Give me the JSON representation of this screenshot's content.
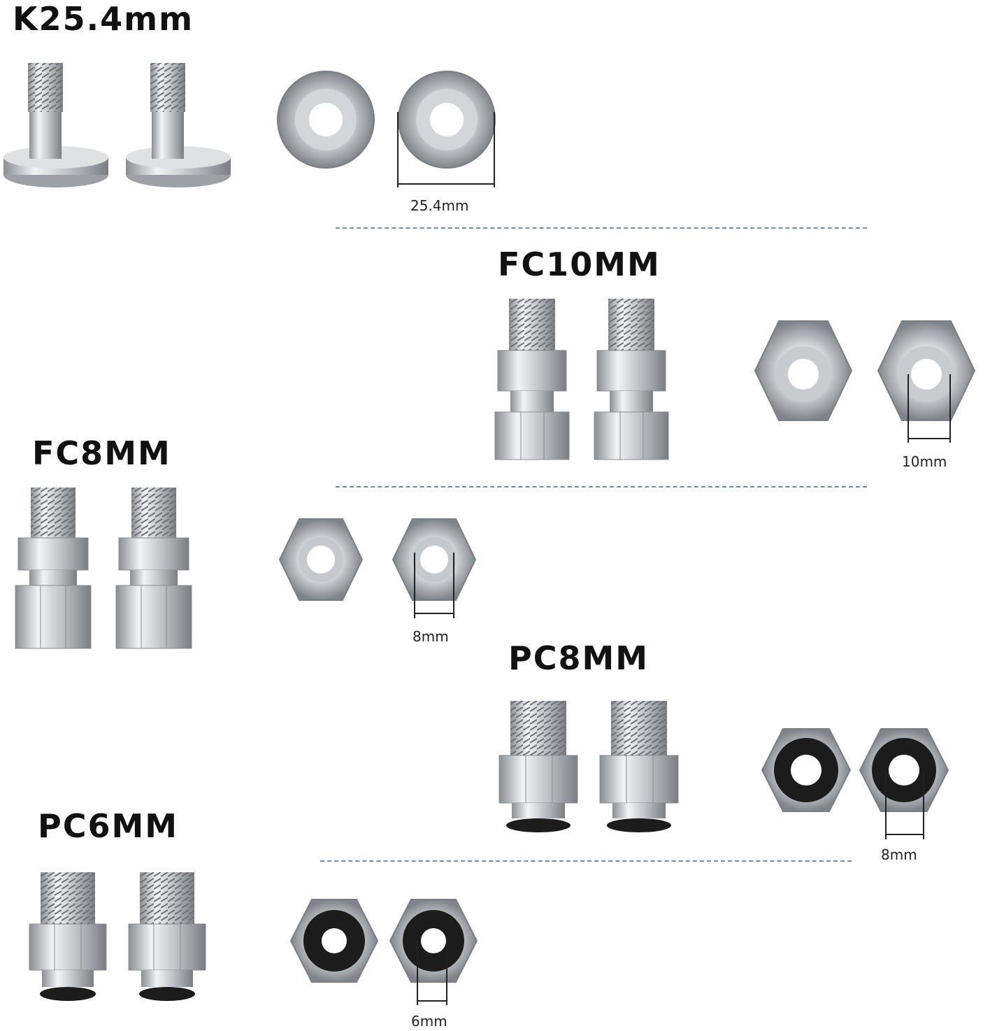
{
  "sections": {
    "k25": {
      "title": "K25.4mm",
      "dimension": "25.4mm"
    },
    "fc10": {
      "title": "FC10MM",
      "dimension": "10mm"
    },
    "fc8": {
      "title": "FC8MM",
      "dimension": "8mm"
    },
    "pc8": {
      "title": "PC8MM",
      "dimension": "8mm"
    },
    "pc6": {
      "title": "PC6MM",
      "dimension": "6mm"
    }
  },
  "colors": {
    "steel_light": "#eceeef",
    "steel_mid": "#b9bcbf",
    "steel_dark": "#7d8185",
    "seal_black": "#1c1c1c",
    "divider": "#6f8fa8"
  }
}
